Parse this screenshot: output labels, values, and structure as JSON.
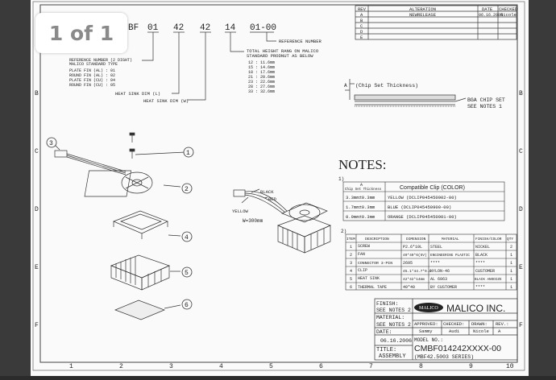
{
  "viewer": {
    "page_counter": "1 of 1"
  },
  "border": {
    "columns": [
      "1",
      "2",
      "3",
      "4",
      "5",
      "6",
      "7",
      "8",
      "9",
      "10"
    ],
    "rows": [
      "B",
      "C",
      "D",
      "E",
      "F"
    ]
  },
  "revision": {
    "headers": [
      "REV",
      "ALTERATION",
      "DATE",
      "CHECKED"
    ],
    "rows": [
      {
        "rev": "A",
        "alteration": "NEWRELEASE",
        "date": "06.16.2006",
        "checked": "Nicole"
      },
      {
        "rev": "B",
        "alteration": "",
        "date": "",
        "checked": ""
      },
      {
        "rev": "C",
        "alteration": "",
        "date": "",
        "checked": ""
      },
      {
        "rev": "D",
        "alteration": "",
        "date": "",
        "checked": ""
      },
      {
        "rev": "E",
        "alteration": "",
        "date": "",
        "checked": ""
      }
    ]
  },
  "part_code": {
    "segments": [
      "BF",
      "01",
      "42",
      "42",
      "14",
      "01-00"
    ],
    "callouts": {
      "reference_number": "REFERENCE NUMBER",
      "total_height_title": [
        "TOTAL HEIGHT RANG ON MALICO",
        "STANDARD PRODNUT AS BELOW"
      ],
      "heights": [
        "12 : 11.6mm",
        "15 : 14.6mm",
        "18 : 17.6mm",
        "21 : 20.6mm",
        "23 : 22.6mm",
        "28 : 27.6mm",
        "33 : 32.6mm"
      ],
      "heat_sink_l": "HEAT SINK DIM (L)",
      "heat_sink_w": "HEAT SINK DIM (W)",
      "fin_type": [
        "REFERENCE NUMBER (2 DIGHT)",
        "MALICO STANDARD TYPE",
        "PLATE FIN (AL) : 01",
        "ROUND FIN (AL) : 02",
        "PLATE FIN (CU) : 04",
        "ROUND FIN (CU) : 05"
      ]
    }
  },
  "chip": {
    "thickness_label": "(Chip Set Thickness)",
    "bga": [
      "BGA CHIP SET",
      "SEE NOTES 1"
    ],
    "marker": "A"
  },
  "exploded_view": {
    "balloons": [
      "1",
      "2",
      "3",
      "4",
      "5",
      "6"
    ]
  },
  "assembly_view": {
    "wire_labels": [
      "BLACK",
      "RED",
      "YELLOW"
    ],
    "wire_length": "W=300mm"
  },
  "notes": {
    "title": "NOTES:",
    "note1_number": "1)",
    "clip_table": {
      "header_a": "A",
      "header_thickness": "Chip Set Thickness",
      "header_clip": "Compatible Clip (COLOR)",
      "rows": [
        {
          "thickness": "3.3mm±0.3mm",
          "clip": "YELLOW (DCLIP045450902-00)"
        },
        {
          "thickness": "1.7mm±0.3mm",
          "clip": "BLUE (DCLIP045450900-00)"
        },
        {
          "thickness": "0.9mm±0.3mm",
          "clip": "ORANGE (DCLIP045450901-00)"
        }
      ]
    },
    "note2_number": "2)",
    "bom": {
      "headers": [
        "ITEM",
        "DESCRIPTION",
        "DIMENSION",
        "MATERIAL",
        "FINISH/COLOR",
        "QTY"
      ],
      "rows": [
        {
          "item": "1",
          "desc": "SCREW",
          "dim": "P2.6*10L",
          "mat": "STEEL",
          "finish": "NICKEL",
          "qty": "2"
        },
        {
          "item": "2",
          "desc": "FAN",
          "dim": "40*40*6(5V)",
          "mat": "ENGINEERING PLASTIC",
          "finish": "BLACK",
          "qty": "1"
        },
        {
          "item": "3",
          "desc": "CONNECTOR 3-PIN",
          "dim": "2695",
          "mat": "****",
          "finish": "****",
          "qty": "1"
        },
        {
          "item": "4",
          "desc": "CLIP",
          "dim": "45.1*44.7*9.1",
          "mat": "NYLON-46",
          "finish": "CUSTOMER",
          "qty": "1"
        },
        {
          "item": "5",
          "desc": "HEAT SINK",
          "dim": "42*42*14mm",
          "mat": "AL 6063",
          "finish": "BLACK ANODIZE",
          "qty": "1"
        },
        {
          "item": "6",
          "desc": "THERMAL TAPE",
          "dim": "40*40",
          "mat": "BY CUSTOMER",
          "finish": "****",
          "qty": "1"
        }
      ]
    }
  },
  "title_block": {
    "finish_label": "FINISH:",
    "finish_value": "SEE NOTES 2",
    "logo_text": "MALICO",
    "company": "MALICO INC.",
    "material_label": "MATERIAL:",
    "material_value": "SEE NOTES 2",
    "approved_label": "APPROVED:",
    "approved_value": "Sammy",
    "checked_label": "CHECKED:",
    "checked_value": "Audi",
    "drawn_label": "DRAWN:",
    "drawn_value": "Nicole",
    "rev_label": "REV.:",
    "rev_value": "A",
    "date_label": "DATE:",
    "date_value": "06.16.2006",
    "model_label": "MODEL NO.:",
    "title_label": "TITLE:",
    "title_value": "ASSEMBLY",
    "model_value": "CMBF014242XXXX-00",
    "series": "(MBF42.5003 SERIES)"
  }
}
